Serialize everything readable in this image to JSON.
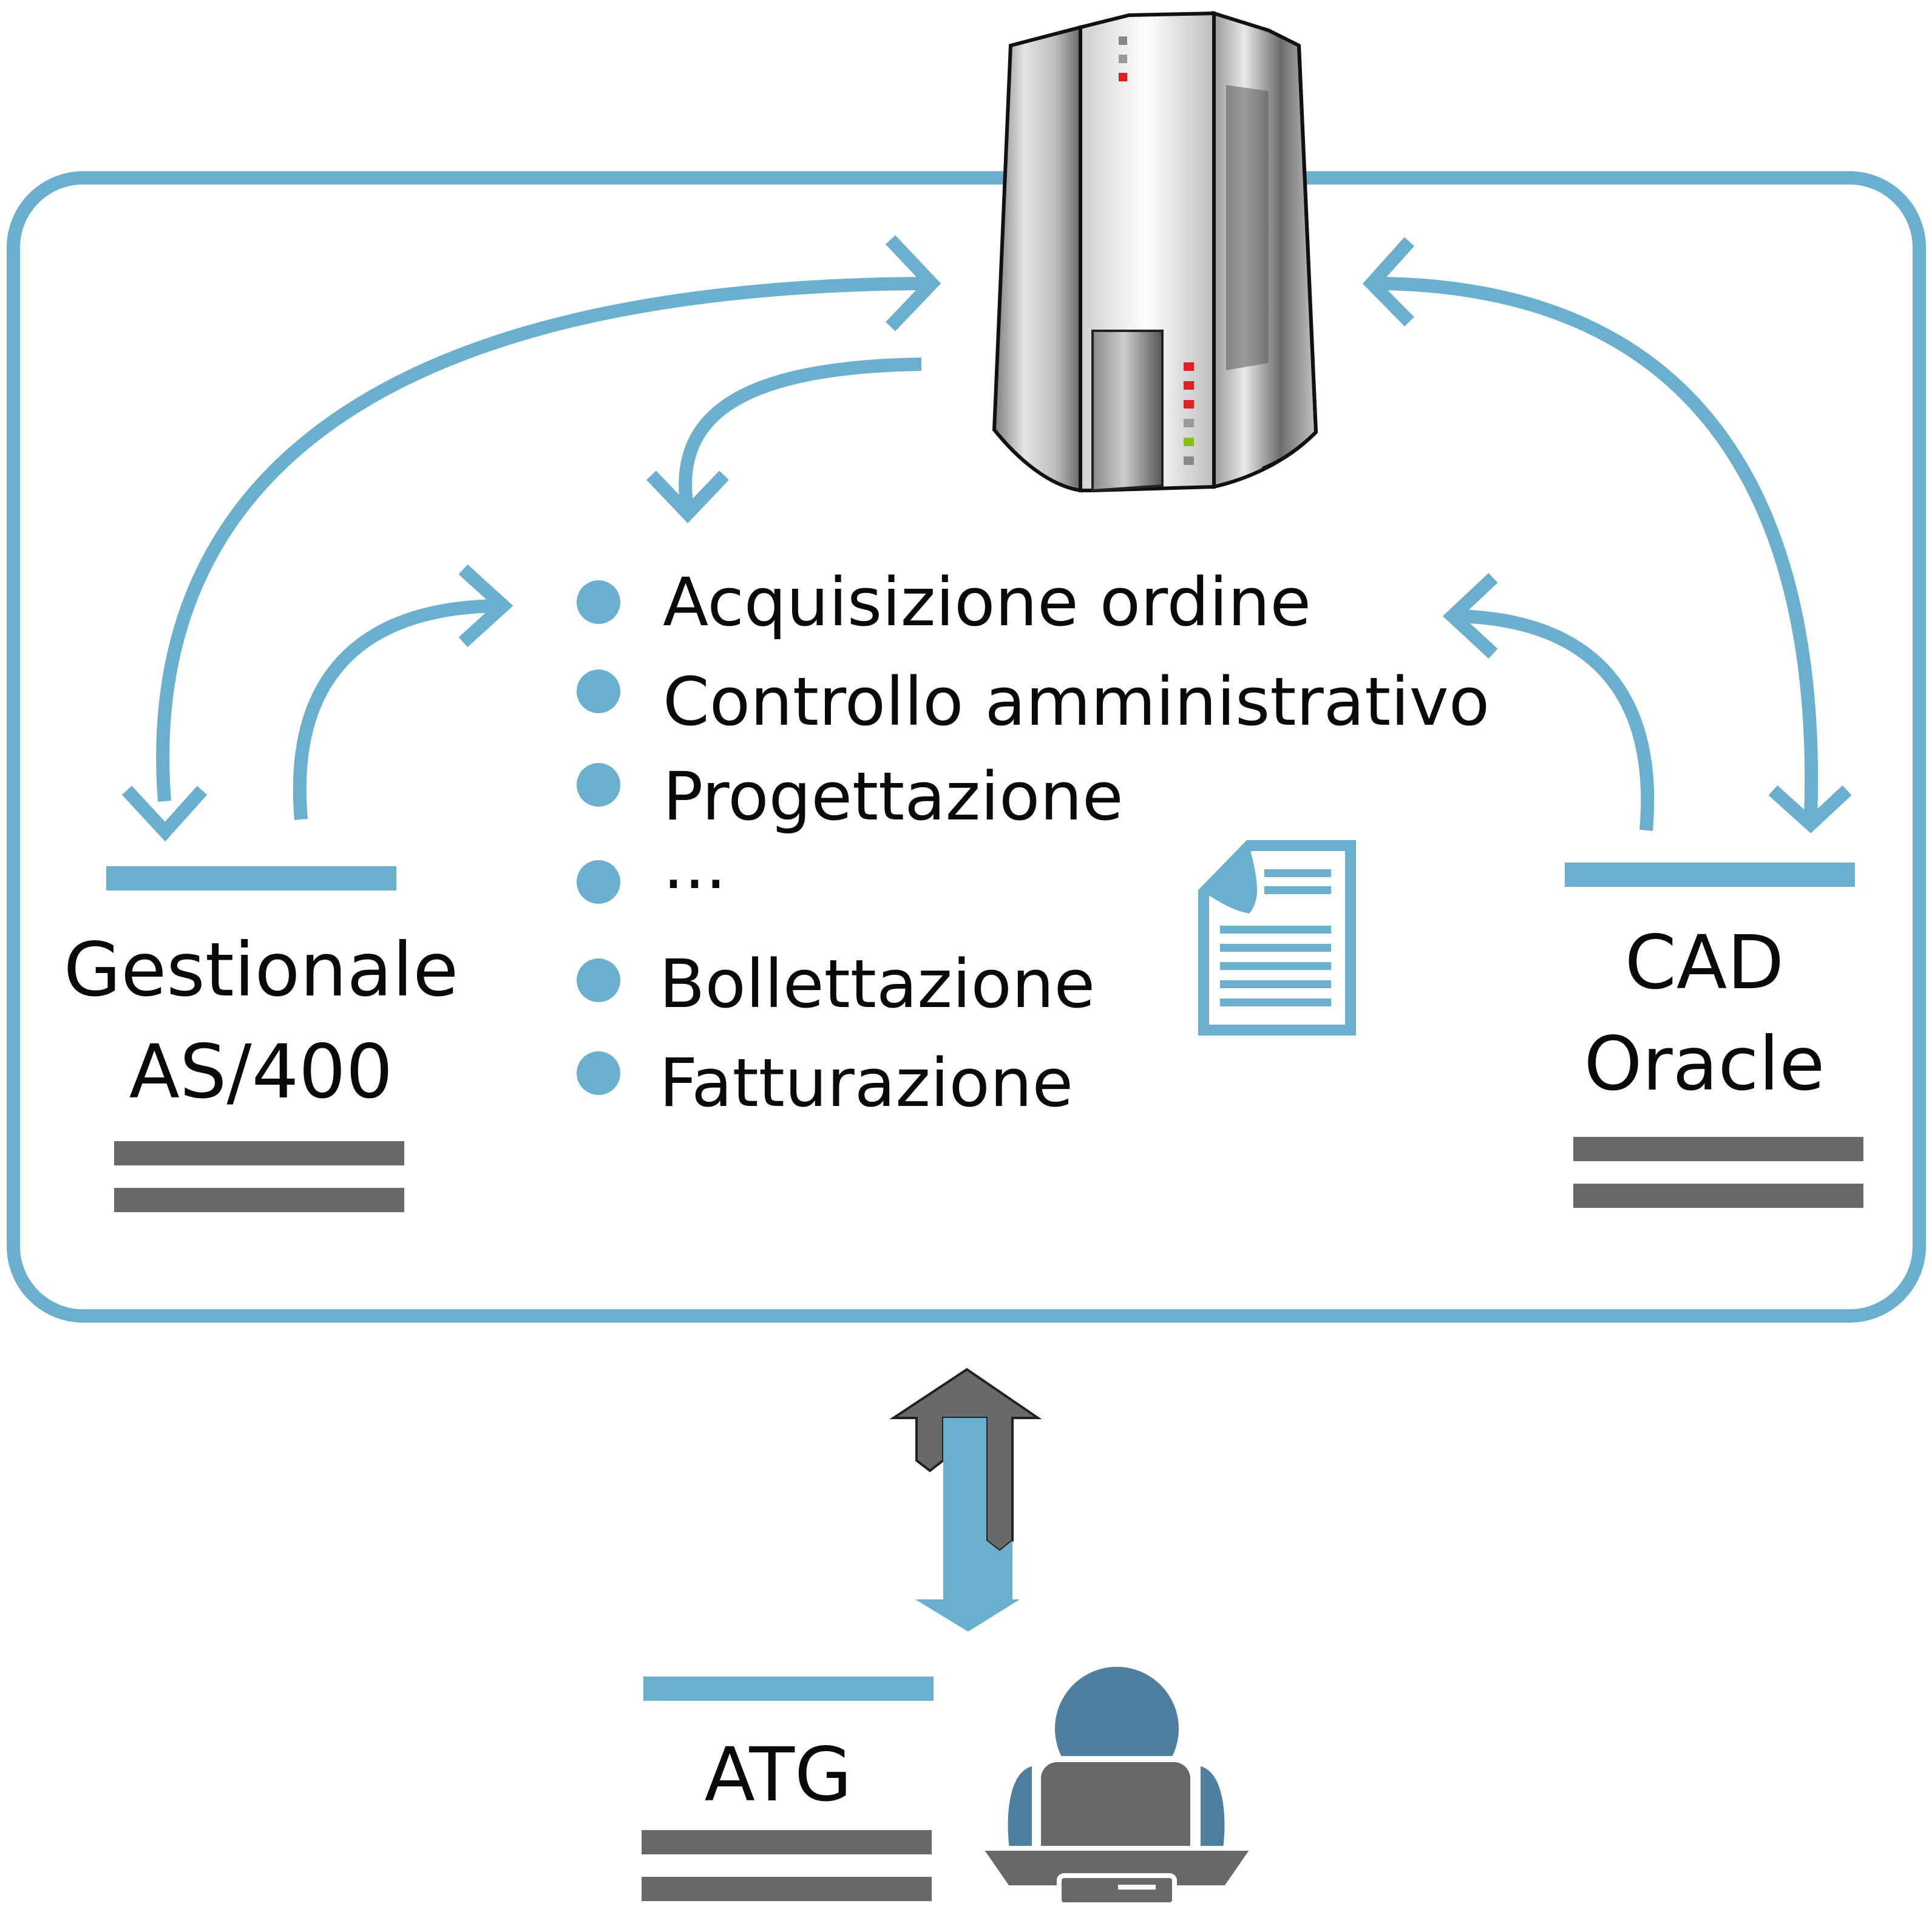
{
  "process": {
    "steps": [
      "Acquisizione ordine",
      "Controllo amministrativo",
      "Progettazione",
      "...",
      "Bollettazione",
      "Fatturazione"
    ]
  },
  "systems": {
    "left": {
      "line1": "Gestionale",
      "line2": "AS/400"
    },
    "right": {
      "line1": "CAD",
      "line2": "Oracle"
    },
    "bottom": {
      "label": "ATG"
    }
  },
  "icons": {
    "server": "server-tower-icon",
    "document": "document-icon",
    "user": "user-at-computer-icon"
  },
  "colors": {
    "accent": "#6bafcf",
    "bar": "#696969",
    "user_head": "#4f7f9f",
    "text": "#0a0a0a"
  }
}
